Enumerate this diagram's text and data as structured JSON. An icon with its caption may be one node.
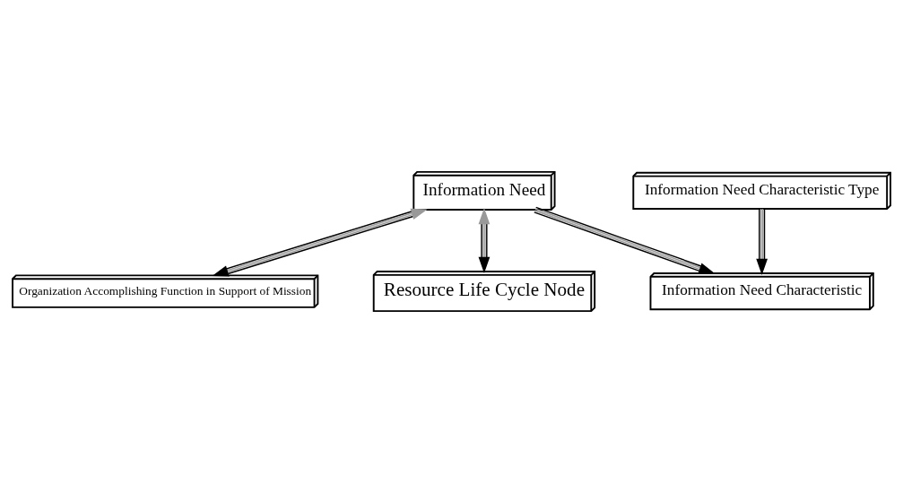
{
  "diagram": {
    "nodes": [
      {
        "text": [
          "Information Need"
        ]
      },
      {
        "text": [
          "Information Need Characteristic Type"
        ]
      },
      {
        "text": [
          "Organization Accomplishing Function in Support of Mission"
        ]
      },
      {
        "text": [
          "Information Need Characteristic"
        ]
      },
      {
        "text": [
          "Resource Life Cycle Node"
        ]
      }
    ],
    "edges": [
      {
        "from": 0,
        "to": 2,
        "arrow": "both"
      },
      {
        "from": 0,
        "to": 4,
        "arrow": "both"
      },
      {
        "from": 0,
        "to": 3,
        "arrow": "to"
      },
      {
        "from": 1,
        "to": 3,
        "arrow": "to"
      }
    ]
  }
}
